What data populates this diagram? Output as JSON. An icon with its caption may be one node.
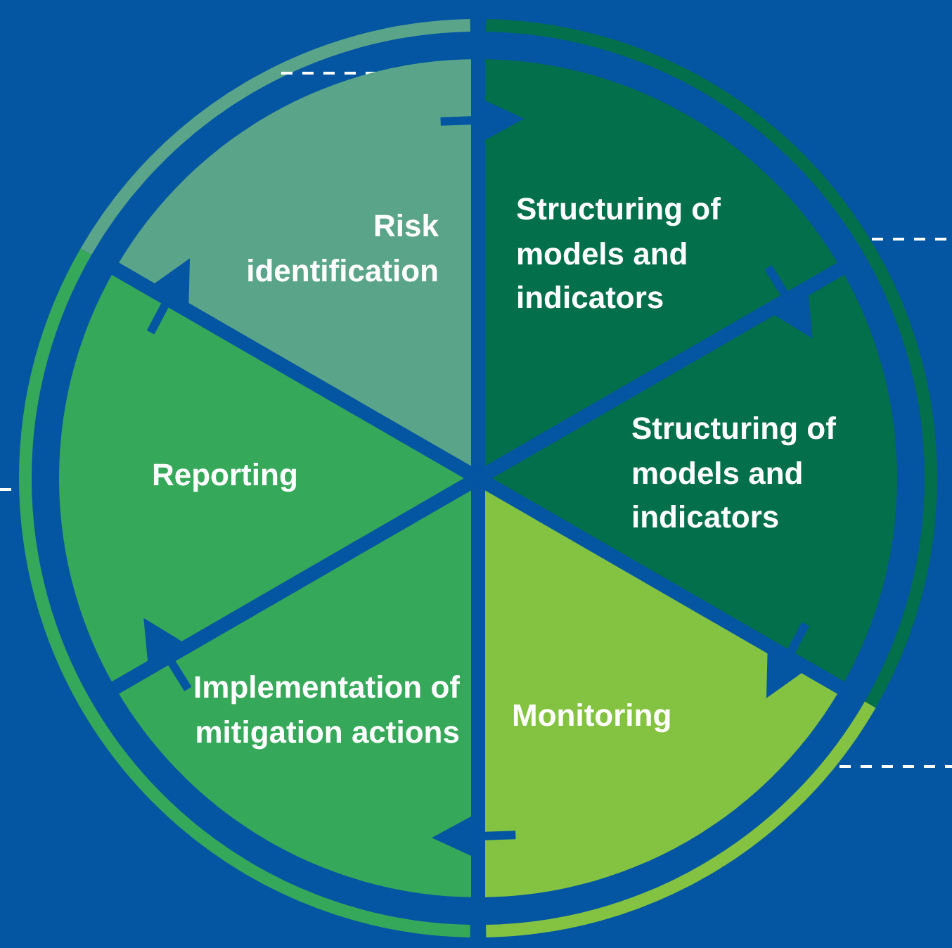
{
  "diagram": {
    "nodes": [
      {
        "text": [
          "Risk identification"
        ]
      },
      {
        "text": [
          "Structuring of models and indicators"
        ]
      },
      {
        "text": [
          "Structuring of models and indicators"
        ]
      },
      {
        "text": [
          "Monitoring"
        ]
      },
      {
        "text": [
          "Implementation of mitigation actions"
        ]
      },
      {
        "text": [
          "Reporting"
        ]
      }
    ],
    "edges": [
      {
        "from": 0,
        "to": 1,
        "arrow": "to"
      },
      {
        "from": 1,
        "to": 2,
        "arrow": "to"
      },
      {
        "from": 2,
        "to": 3,
        "arrow": "to"
      },
      {
        "from": 3,
        "to": 4,
        "arrow": "to"
      },
      {
        "from": 4,
        "to": 5,
        "arrow": "to"
      },
      {
        "from": 5,
        "to": 0,
        "arrow": "to"
      }
    ]
  }
}
